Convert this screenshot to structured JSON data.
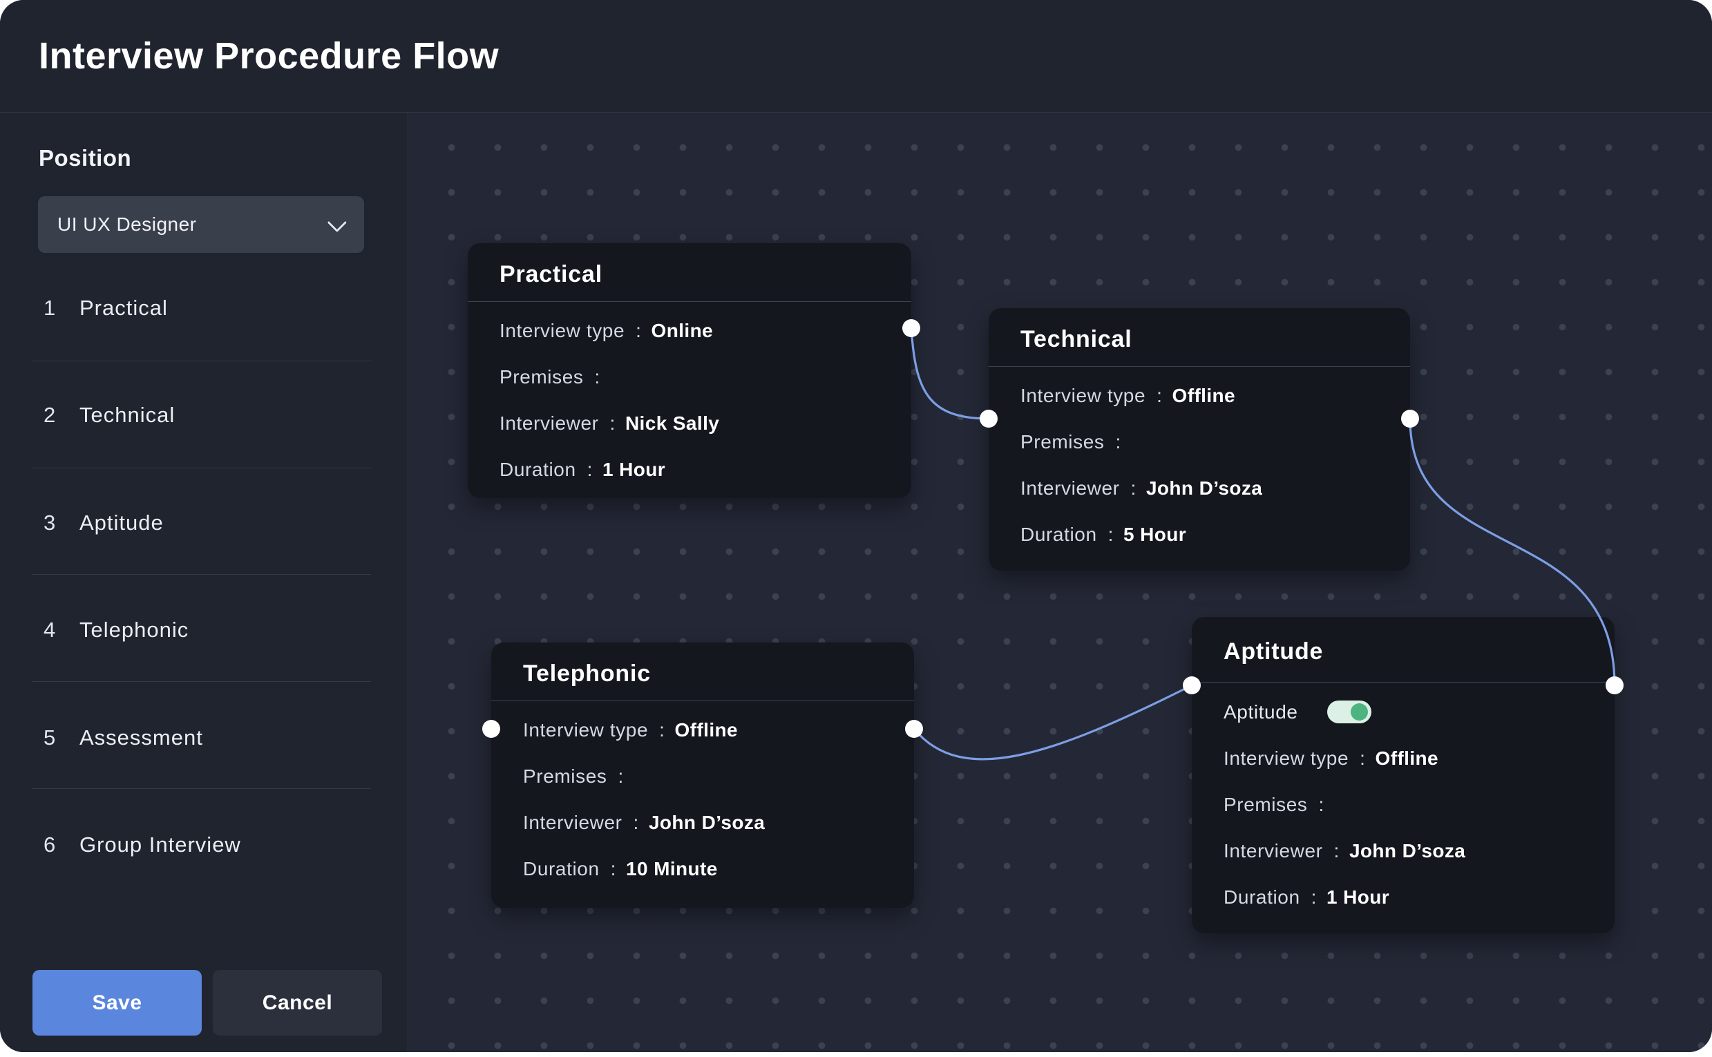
{
  "ui": {
    "colon": ":"
  },
  "header": {
    "title": "Interview Procedure Flow"
  },
  "sidebar": {
    "position_label": "Position",
    "position_value": "UI UX Designer",
    "steps": [
      {
        "num": "1",
        "label": "Practical"
      },
      {
        "num": "2",
        "label": "Technical"
      },
      {
        "num": "3",
        "label": "Aptitude"
      },
      {
        "num": "4",
        "label": "Telephonic"
      },
      {
        "num": "5",
        "label": "Assessment"
      },
      {
        "num": "6",
        "label": "Group Interview"
      }
    ],
    "save_label": "Save",
    "cancel_label": "Cancel"
  },
  "canvas": {
    "edge_color": "#7d9ee4",
    "handle_color": "#ffffff",
    "colors": {
      "accent": "#5b86dd",
      "toggle_track": "#ddf0e5",
      "toggle_knob": "#4cb381"
    },
    "nodes": [
      {
        "title": "Practical",
        "rows": [
          {
            "label": "Interview type",
            "value": "Online"
          },
          {
            "label": "Premises",
            "value": ""
          },
          {
            "label": "Interviewer",
            "value": "Nick Sally"
          },
          {
            "label": "Duration",
            "value": "1 Hour"
          }
        ]
      },
      {
        "title": "Technical",
        "rows": [
          {
            "label": "Interview type",
            "value": "Offline"
          },
          {
            "label": "Premises",
            "value": ""
          },
          {
            "label": "Interviewer",
            "value": "John D’soza"
          },
          {
            "label": "Duration",
            "value": "5 Hour"
          }
        ]
      },
      {
        "title": "Telephonic",
        "rows": [
          {
            "label": "Interview type",
            "value": "Offline"
          },
          {
            "label": "Premises",
            "value": ""
          },
          {
            "label": "Interviewer",
            "value": "John D’soza"
          },
          {
            "label": "Duration",
            "value": "10 Minute"
          }
        ]
      },
      {
        "title": "Aptitude",
        "toggle_label": "Aptitude",
        "toggle_state": "on",
        "rows": [
          {
            "label": "Interview type",
            "value": "Offline"
          },
          {
            "label": "Premises",
            "value": ""
          },
          {
            "label": "Interviewer",
            "value": "John D’soza"
          },
          {
            "label": "Duration",
            "value": "1 Hour"
          }
        ]
      }
    ]
  }
}
